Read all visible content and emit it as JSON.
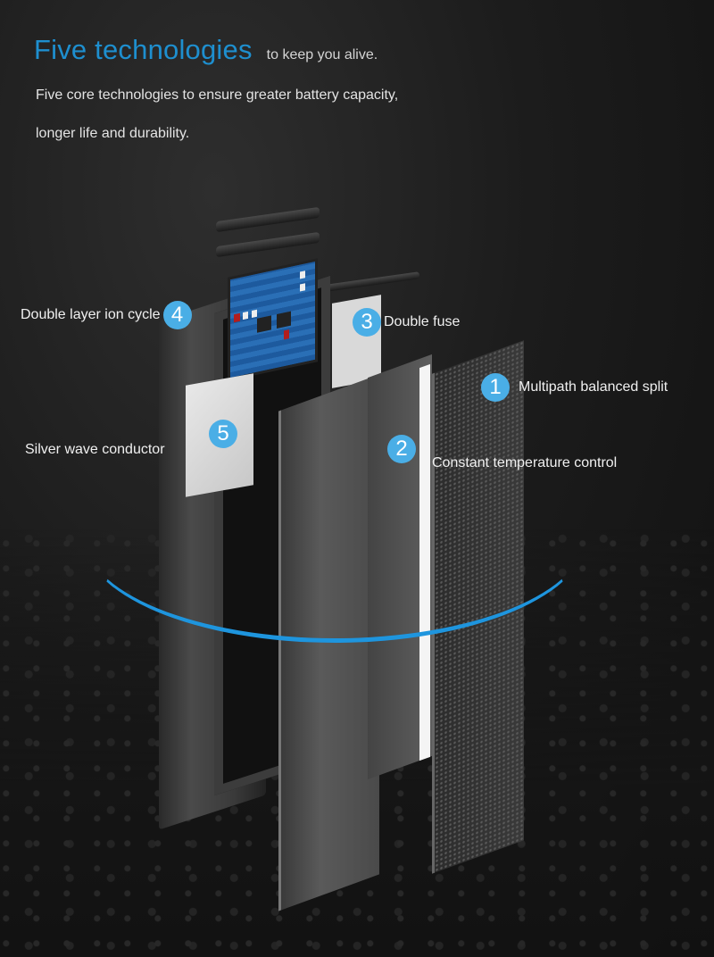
{
  "header": {
    "title": "Five technologies",
    "subtitle": "to keep you alive.",
    "description_line1": "Five core technologies to ensure greater battery capacity,",
    "description_line2": "longer life and durability."
  },
  "colors": {
    "title_blue": "#1e8fcf",
    "badge_blue": "#4aaee6",
    "ring_blue": "#1e95de",
    "background": "#1c1c1c"
  },
  "callouts": [
    {
      "number": "1",
      "label": "Multipath balanced split"
    },
    {
      "number": "2",
      "label": "Constant temperature control"
    },
    {
      "number": "3",
      "label": "Double fuse"
    },
    {
      "number": "4",
      "label": "Double layer ion cycle"
    },
    {
      "number": "5",
      "label": "Silver wave conductor"
    }
  ]
}
